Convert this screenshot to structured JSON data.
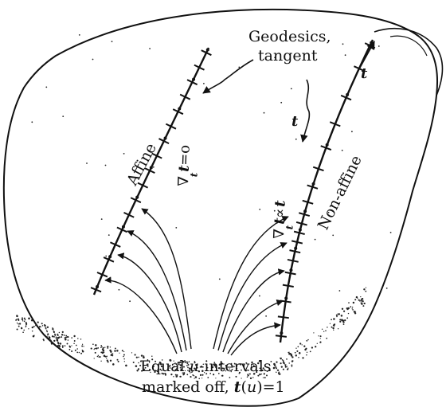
{
  "figure": {
    "labels": {
      "geodesics_line1": "Geodesics,",
      "geodesics_line2": "tangent",
      "affine": "Affine",
      "nabla_t_zero_op": "∇",
      "nabla_t_zero_t": "t",
      "nabla_t_zero_eq": "=o",
      "nabla_t_zero_sub": "t",
      "nonaffine": "Non-affine",
      "nabla_t_prop_op": "∇",
      "nabla_t_prop_t": "t",
      "nabla_t_prop_rel": "∝",
      "nabla_t_prop_t2": "t",
      "nabla_t_prop_sub": "t",
      "tangent_t_upper": "t",
      "tangent_t_mid": "t",
      "equal_line1_a": "Equal ",
      "equal_line1_u": "u",
      "equal_line1_b": "-intervals",
      "equal_line2_a": "marked off, ",
      "equal_line2_t": "t",
      "equal_line2_b": "(",
      "equal_line2_u": "u",
      "equal_line2_c": ")=1"
    }
  }
}
